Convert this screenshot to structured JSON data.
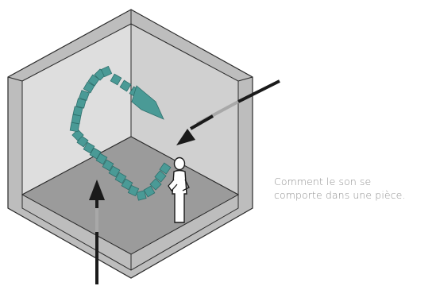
{
  "caption": {
    "line1": "Comment le son se",
    "line2": "comporte dans une pièce."
  },
  "icons": {
    "room": "isometric-room-cutaway",
    "incoming_sound": "arrow-icon",
    "reflection_path": "sound-reflection-path",
    "listener": "person-icon"
  },
  "colors": {
    "wall_frame": "#b9b9b9",
    "inner_wall": "#d9d9d9",
    "floor": "#9a9a9a",
    "sound_block": "#4a9a96",
    "sound_block_edge": "#2f706d",
    "arrow": "#1a1a1a",
    "caption": "#8f8f8f"
  }
}
